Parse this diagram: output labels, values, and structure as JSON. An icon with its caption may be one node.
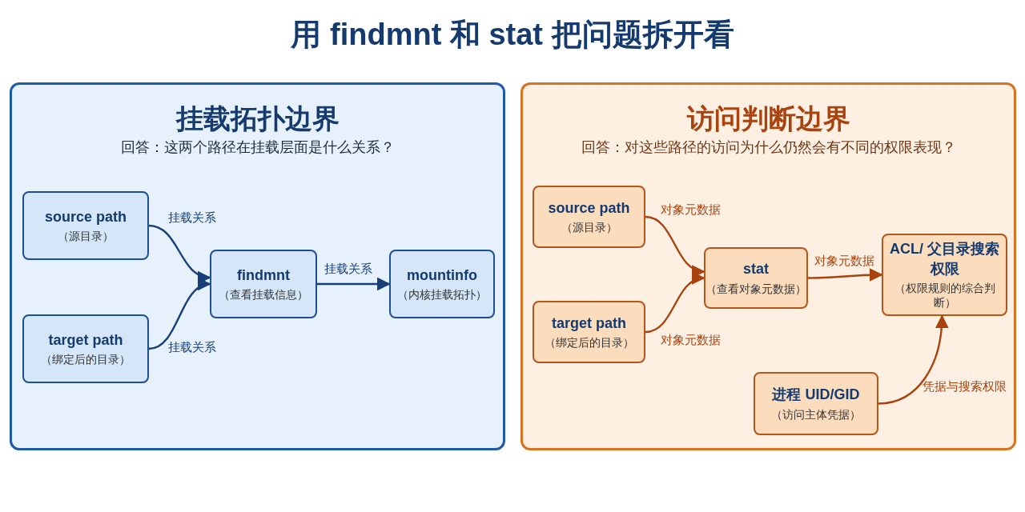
{
  "diagram": {
    "title": "用 findmnt 和 stat 把问题拆开看",
    "nodes": [
      {
        "text": [
          "挂载拓扑边界",
          "回答：这两个路径在挂载层面是什么关系？"
        ]
      },
      {
        "text": [
          "source path",
          "（源目录）"
        ],
        "in": 0
      },
      {
        "text": [
          "target path",
          "（绑定后的目录）"
        ],
        "in": 0
      },
      {
        "text": [
          "findmnt",
          "（查看挂载信息）"
        ],
        "in": 0
      },
      {
        "text": [
          "mountinfo",
          "（内核挂载拓扑）"
        ],
        "in": 0
      },
      {
        "text": [
          "访问判断边界",
          "回答：对这些路径的访问为什么仍然会有不同的权限表现？"
        ]
      },
      {
        "text": [
          "source path",
          "（源目录）"
        ],
        "in": 5
      },
      {
        "text": [
          "target path",
          "（绑定后的目录）"
        ],
        "in": 5
      },
      {
        "text": [
          "stat",
          "（查看对象元数据）"
        ],
        "in": 5
      },
      {
        "text": [
          "ACL/ 父目录搜索权限",
          "（权限规则的综合判断）"
        ],
        "in": 5
      },
      {
        "text": [
          "进程 UID/GID",
          "（访问主体凭据）"
        ],
        "in": 5
      }
    ],
    "edges": [
      {
        "from": 1,
        "to": 3,
        "arrow": "to",
        "label": "挂载关系",
        "color": "#163f7a"
      },
      {
        "from": 2,
        "to": 3,
        "arrow": "to",
        "label": "挂载关系",
        "color": "#163f7a"
      },
      {
        "from": 3,
        "to": 4,
        "arrow": "to",
        "label": "挂载关系",
        "color": "#163f7a"
      },
      {
        "from": 6,
        "to": 8,
        "arrow": "to",
        "label": "对象元数据",
        "color": "#a8430f"
      },
      {
        "from": 7,
        "to": 8,
        "arrow": "to",
        "label": "对象元数据",
        "color": "#a8430f"
      },
      {
        "from": 8,
        "to": 9,
        "arrow": "to",
        "label": "对象元数据",
        "color": "#a8430f"
      },
      {
        "from": 10,
        "to": 9,
        "arrow": "to",
        "label": "凭据与搜索权限",
        "color": "#a8430f"
      }
    ]
  }
}
